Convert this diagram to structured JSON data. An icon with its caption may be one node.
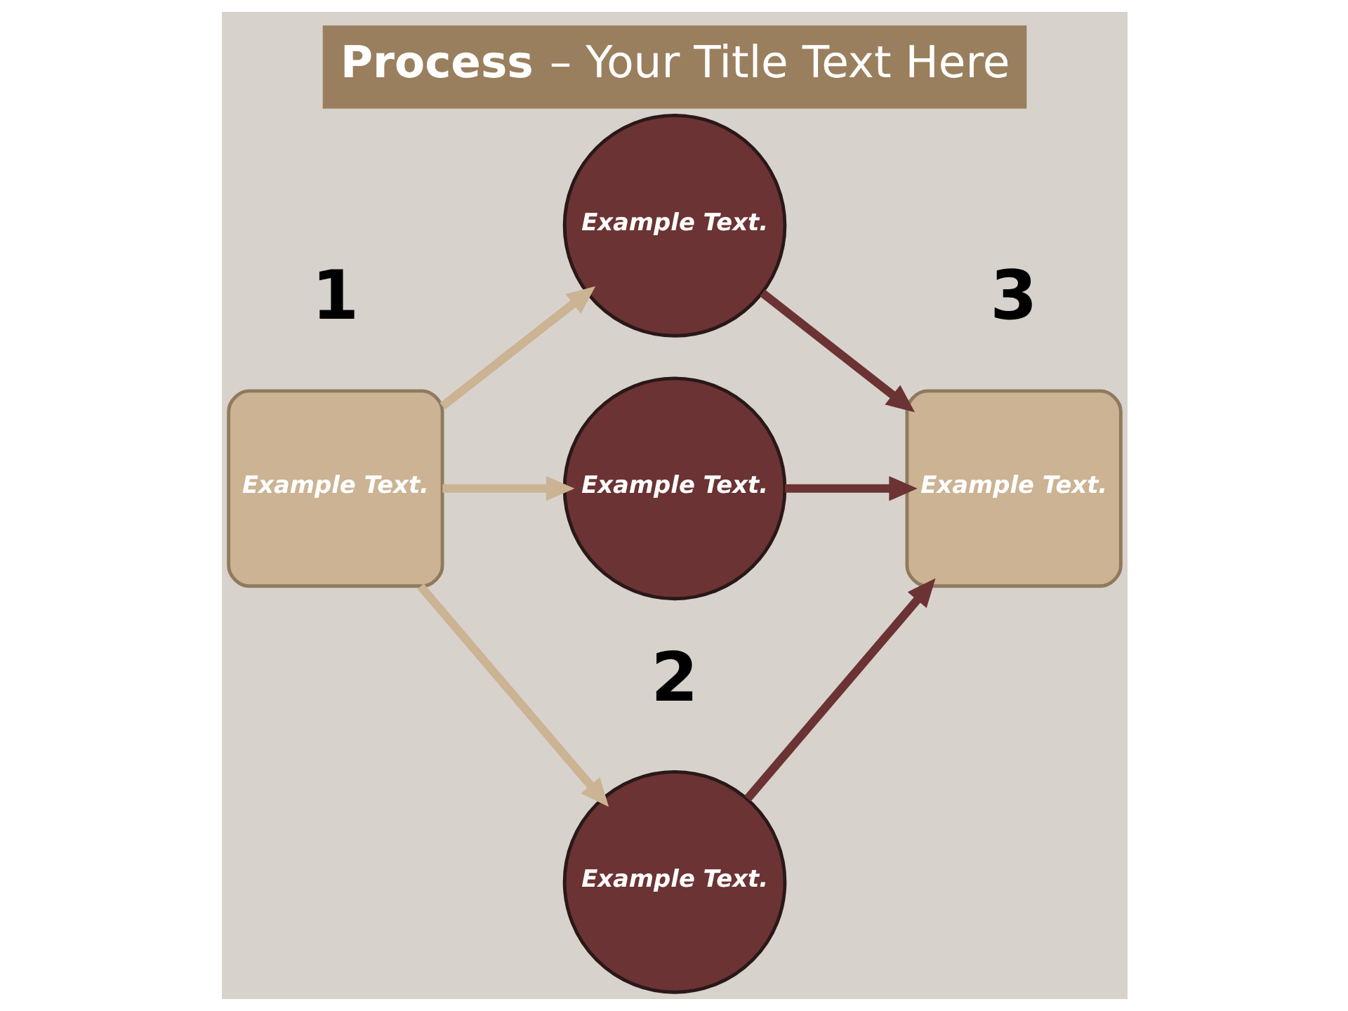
{
  "diagram": {
    "title": "**Process** – Your Title Text Here",
    "nodes": [
      {
        "text": [
          "Example Text."
        ],
        "beside": [
          "1"
        ]
      },
      {
        "text": [
          "Example Text."
        ]
      },
      {
        "text": [
          "Example Text."
        ]
      },
      {
        "text": [
          "Example Text."
        ]
      },
      {
        "text": [
          "Example Text."
        ],
        "beside": [
          "3"
        ]
      }
    ],
    "edges": [
      {
        "from": 0,
        "to": 1,
        "arrow": "to",
        "color": "#cbb393"
      },
      {
        "from": 0,
        "to": 2,
        "arrow": "to",
        "color": "#cbb393"
      },
      {
        "from": 0,
        "to": 3,
        "arrow": "to",
        "color": "#cbb393"
      },
      {
        "from": 1,
        "to": 4,
        "arrow": "to",
        "color": "#6b3333"
      },
      {
        "from": 2,
        "to": 4,
        "arrow": "to",
        "color": "#6b3333"
      },
      {
        "from": 3,
        "to": 4,
        "arrow": "to",
        "color": "#6b3333"
      }
    ],
    "labels": [
      "2"
    ]
  }
}
